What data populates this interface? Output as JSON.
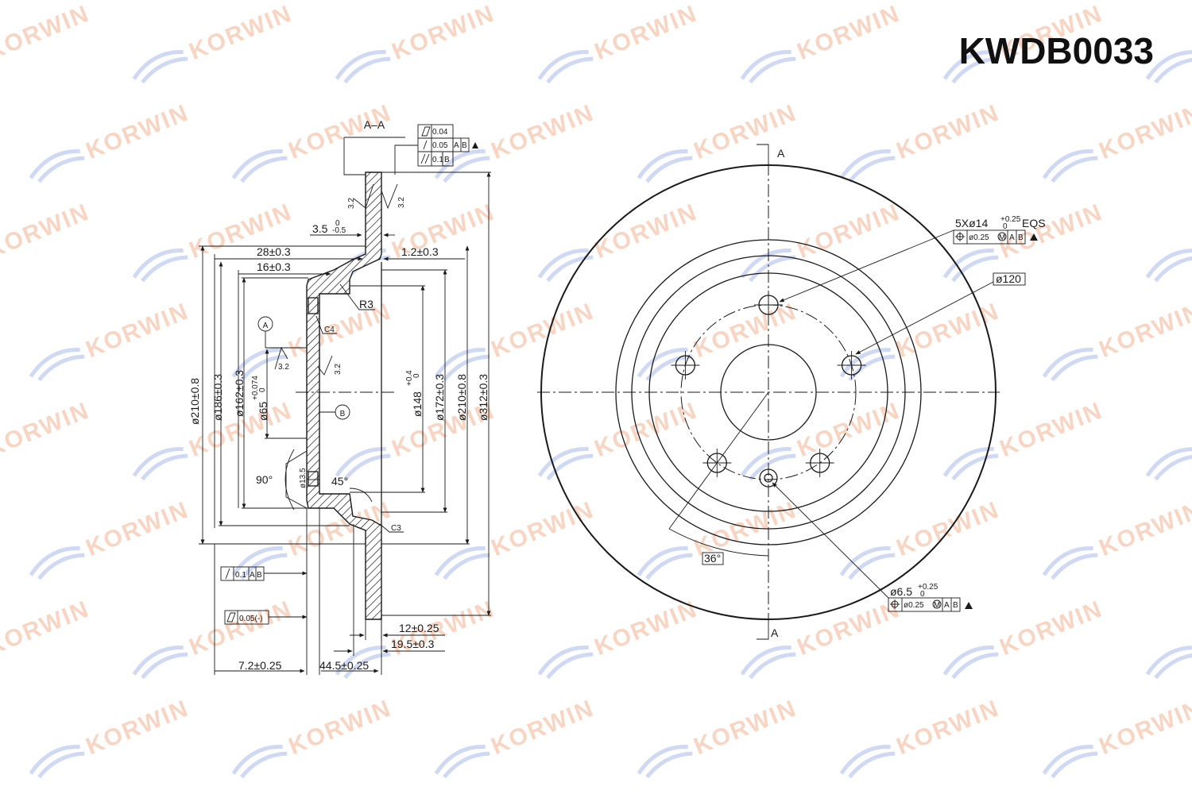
{
  "part_number": "KWDB0033",
  "watermark": "KORWIN",
  "colors": {
    "watermark_text": "#f6c8b0",
    "watermark_swoosh": "#c4cff0",
    "ink": "#1a1a1a"
  },
  "section_view": {
    "label": "A–A",
    "tolerance_frame": [
      "0.04",
      "0.05",
      "A",
      "B",
      "0.1",
      "B"
    ],
    "roughness": [
      "3.2",
      "3.2",
      "3.2",
      "3.2"
    ],
    "dims": {
      "d_3_5": "3.5",
      "d_3_5_tol_upper": "0",
      "d_3_5_tol_lower": "-0.5",
      "d_28": "28±0.3",
      "d_16": "16±0.3",
      "d_1_2": "1.2±0.3",
      "r3": "R3",
      "c4": "C4",
      "c3": "C3",
      "datum_a": "A",
      "datum_b": "B",
      "dia_210_left": "ø210±0.8",
      "dia_186": "ø186±0.3",
      "dia_162": "ø162±0.3",
      "dia_65": "ø65",
      "dia_65_tol": "+0.074",
      "dia_65_tol_lower": "0",
      "dia_148": "ø148",
      "dia_148_tol": "+0.4",
      "dia_148_tol_lower": "0",
      "dia_172": "ø172±0.3",
      "dia_210_right": "ø210±0.8",
      "dia_312": "ø312±0.3",
      "dia_13_5": "ø13.5",
      "angle_90": "90°",
      "angle_45": "45°",
      "runout_frame": [
        "0.1",
        "A",
        "B"
      ],
      "flatness_frame": [
        "0.05(-)"
      ],
      "d_12": "12±0.25",
      "d_19_5": "19.5±0.3",
      "d_7_2": "7.2±0.25",
      "d_44_5": "44.5±0.25"
    }
  },
  "front_view": {
    "section_mark_top": "A",
    "section_mark_bottom": "A",
    "bolt_holes": "5Xø14",
    "bolt_holes_tol_upper": "+0.25",
    "bolt_holes_tol_lower": "0",
    "bolt_holes_suffix": "EQS",
    "bolt_holes_frame": [
      "ø0.25",
      "M",
      "A",
      "B"
    ],
    "pcd": "ø120",
    "angle": "36°",
    "small_hole": "ø6.5",
    "small_hole_tol_upper": "+0.25",
    "small_hole_tol_lower": "0",
    "small_hole_frame": [
      "ø0.25",
      "M",
      "A",
      "B"
    ]
  }
}
